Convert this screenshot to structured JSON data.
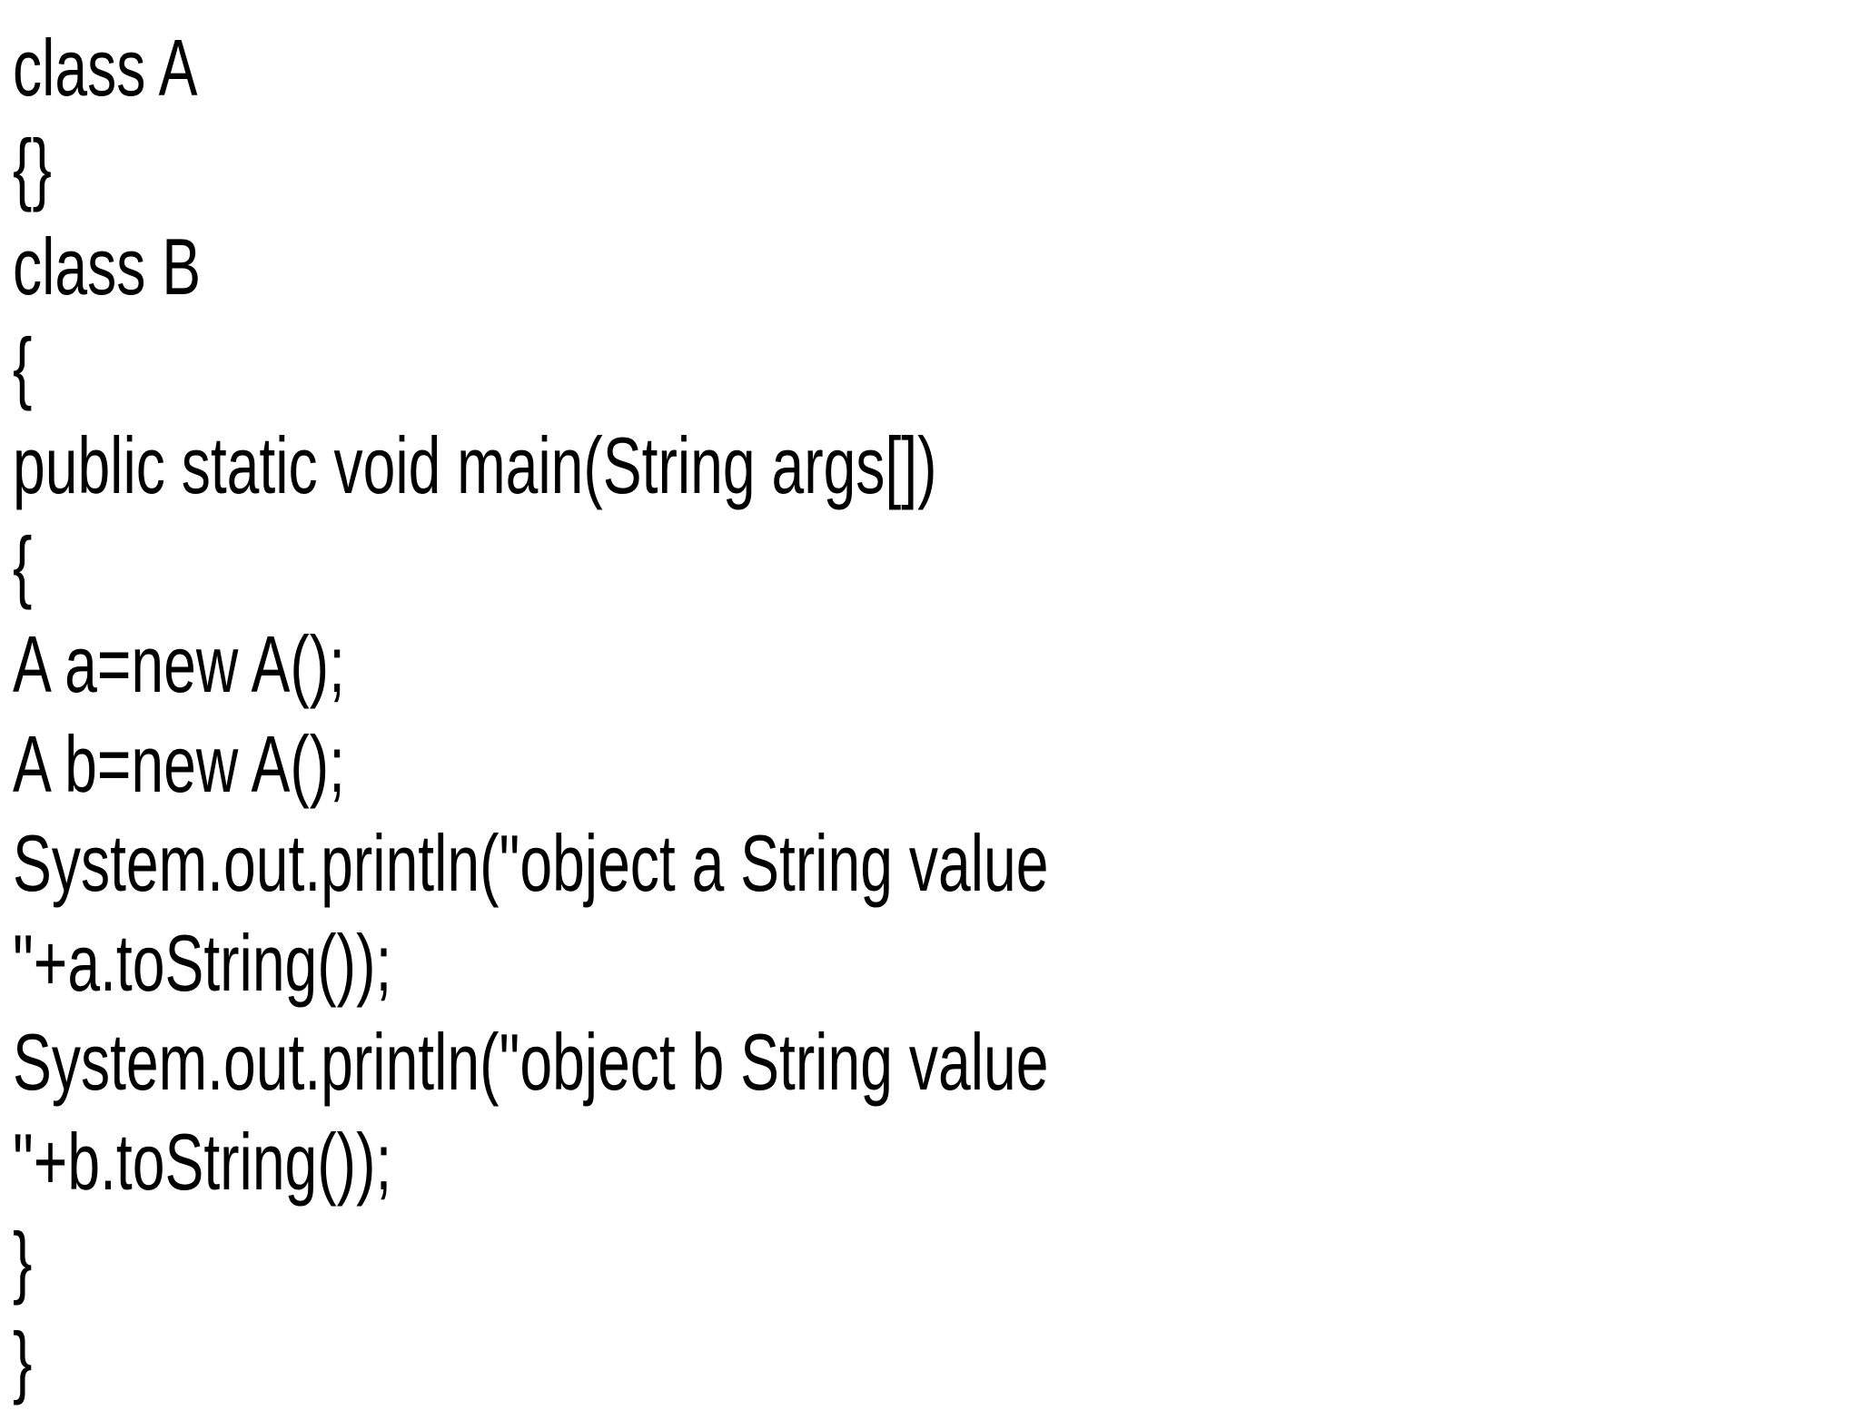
{
  "page": {
    "background_color": "#ffffff",
    "text_color": "#000000"
  },
  "code": {
    "language": "java",
    "lines": [
      "class A",
      "{}",
      "class B",
      "{",
      "public static void main(String args[])",
      "{",
      "A a=new A();",
      "A b=new A();",
      "System.out.println(\"object a String value",
      "\"+a.toString());",
      "System.out.println(\"object b String value",
      "\"+b.toString());",
      "}",
      "}"
    ]
  }
}
